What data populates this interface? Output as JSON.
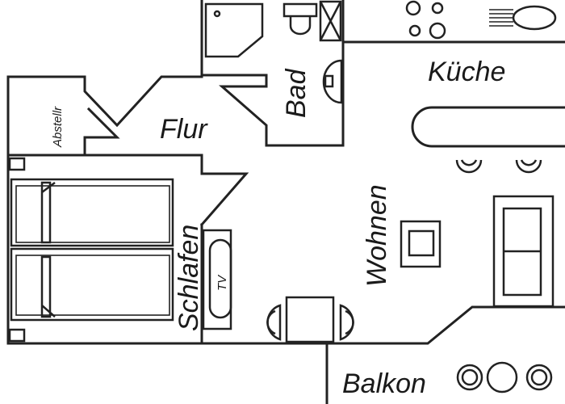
{
  "rooms": {
    "kueche": "Küche",
    "bad": "Bad",
    "abstellr": "Abstellr",
    "flur": "Flur",
    "wohnen": "Wohnen",
    "schlafen": "Schlafen",
    "balkon": "Balkon"
  },
  "appliances": {
    "tv": "TV"
  },
  "colors": {
    "line": "#222222",
    "background": "#ffffff"
  }
}
